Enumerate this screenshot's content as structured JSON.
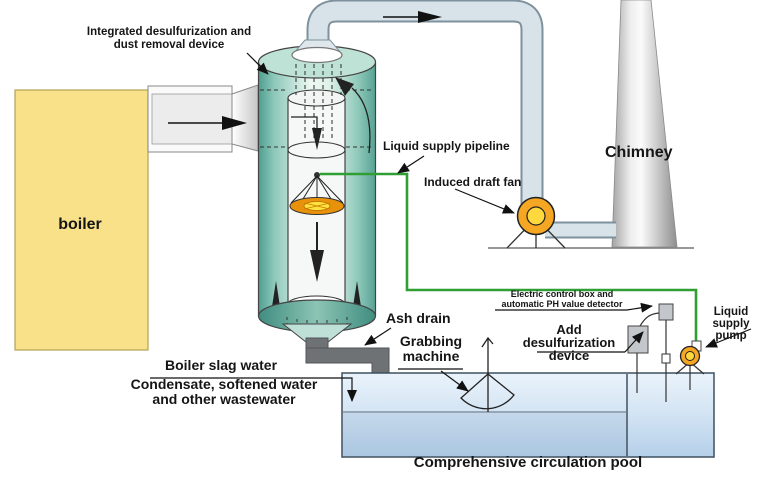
{
  "labels": {
    "integrated_device": "Integrated desulfurization and\ndust removal device",
    "boiler": "boiler",
    "liquid_supply_pipeline": "Liquid supply pipeline",
    "induced_draft_fan": "Induced draft fan",
    "chimney": "Chimney",
    "electric_control": "Electric control box and\nautomatic PH value detector",
    "add_desulfurization": "Add desulfurization\ndevice",
    "liquid_supply_pump": "Liquid supply\npump",
    "ash_drain": "Ash drain",
    "grabbing_machine": "Grabbing\nmachine",
    "boiler_slag_water": "Boiler slag water",
    "condensate": "Condensate, softened water\nand other wastewater",
    "circulation_pool": "Comprehensive circulation pool"
  },
  "colors": {
    "boiler_yellow": "#f8e189",
    "tower_teal_dark": "#51a396",
    "pipe_fill": "#d7e2e9",
    "pipeline_green": "#2f9e33",
    "fan_orange": "#f5a623",
    "fan_inner_yellow": "#ffd83e",
    "cone_orange": "#e8920c",
    "cone_inner_yellow": "#ffe23d",
    "drain_gray": "#6e7275",
    "pool_blue": "#cfe0f2",
    "chimney_gray": "#c0c0c0",
    "box_gray": "#c3c7cb"
  }
}
